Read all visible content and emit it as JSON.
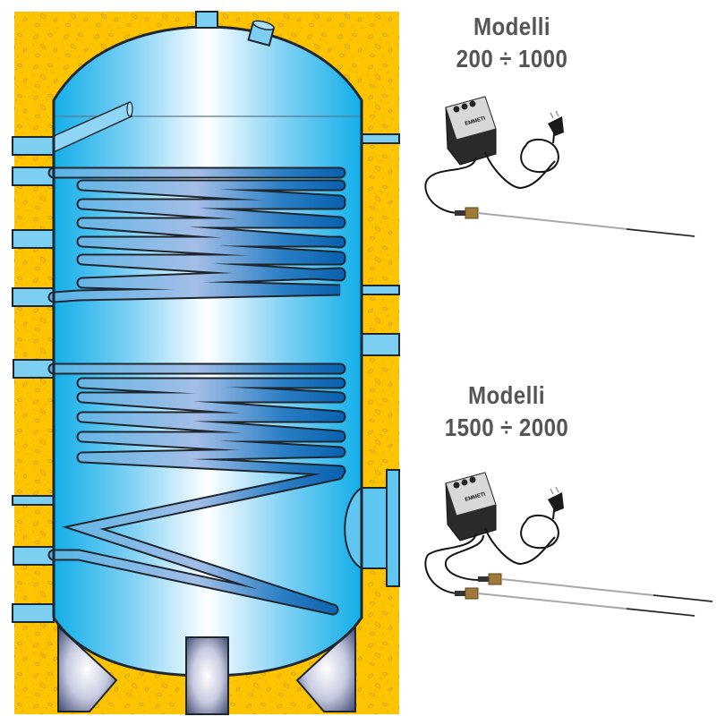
{
  "diagram": {
    "subject": "hot water storage tank with two heat exchanger coils and anode protection",
    "colors": {
      "insulation": "#FFC400",
      "insulation_speck": "#C9941A",
      "tank_light": "#FFFFFF",
      "tank_edge": "#19B2EA",
      "coil_light": "#9DBCE8",
      "coil_dark": "#0A68B4",
      "fitting": "#7DCFF2",
      "outline": "#1E2630",
      "feet_light": "#FFFFFF",
      "feet_dark": "#3A4468",
      "label_text": "#555555"
    },
    "components": {
      "top_connection": "top-fitting",
      "top_anode_port": "anode-port",
      "dip_tube": "dip-tube",
      "upper_coil": "upper-heat-exchanger-coil",
      "lower_coil": "lower-heat-exchanger-coil",
      "flange": "inspection-flange",
      "feet": "support-feet"
    }
  },
  "models": [
    {
      "title": "Modelli",
      "range": "200 ÷ 1000",
      "device": {
        "brand": "EMMETI",
        "sub": "legend",
        "probes": 1
      }
    },
    {
      "title": "Modelli",
      "range": "1500 ÷ 2000",
      "device": {
        "brand": "EMMETI",
        "sub": "legend",
        "probes": 2
      }
    }
  ]
}
